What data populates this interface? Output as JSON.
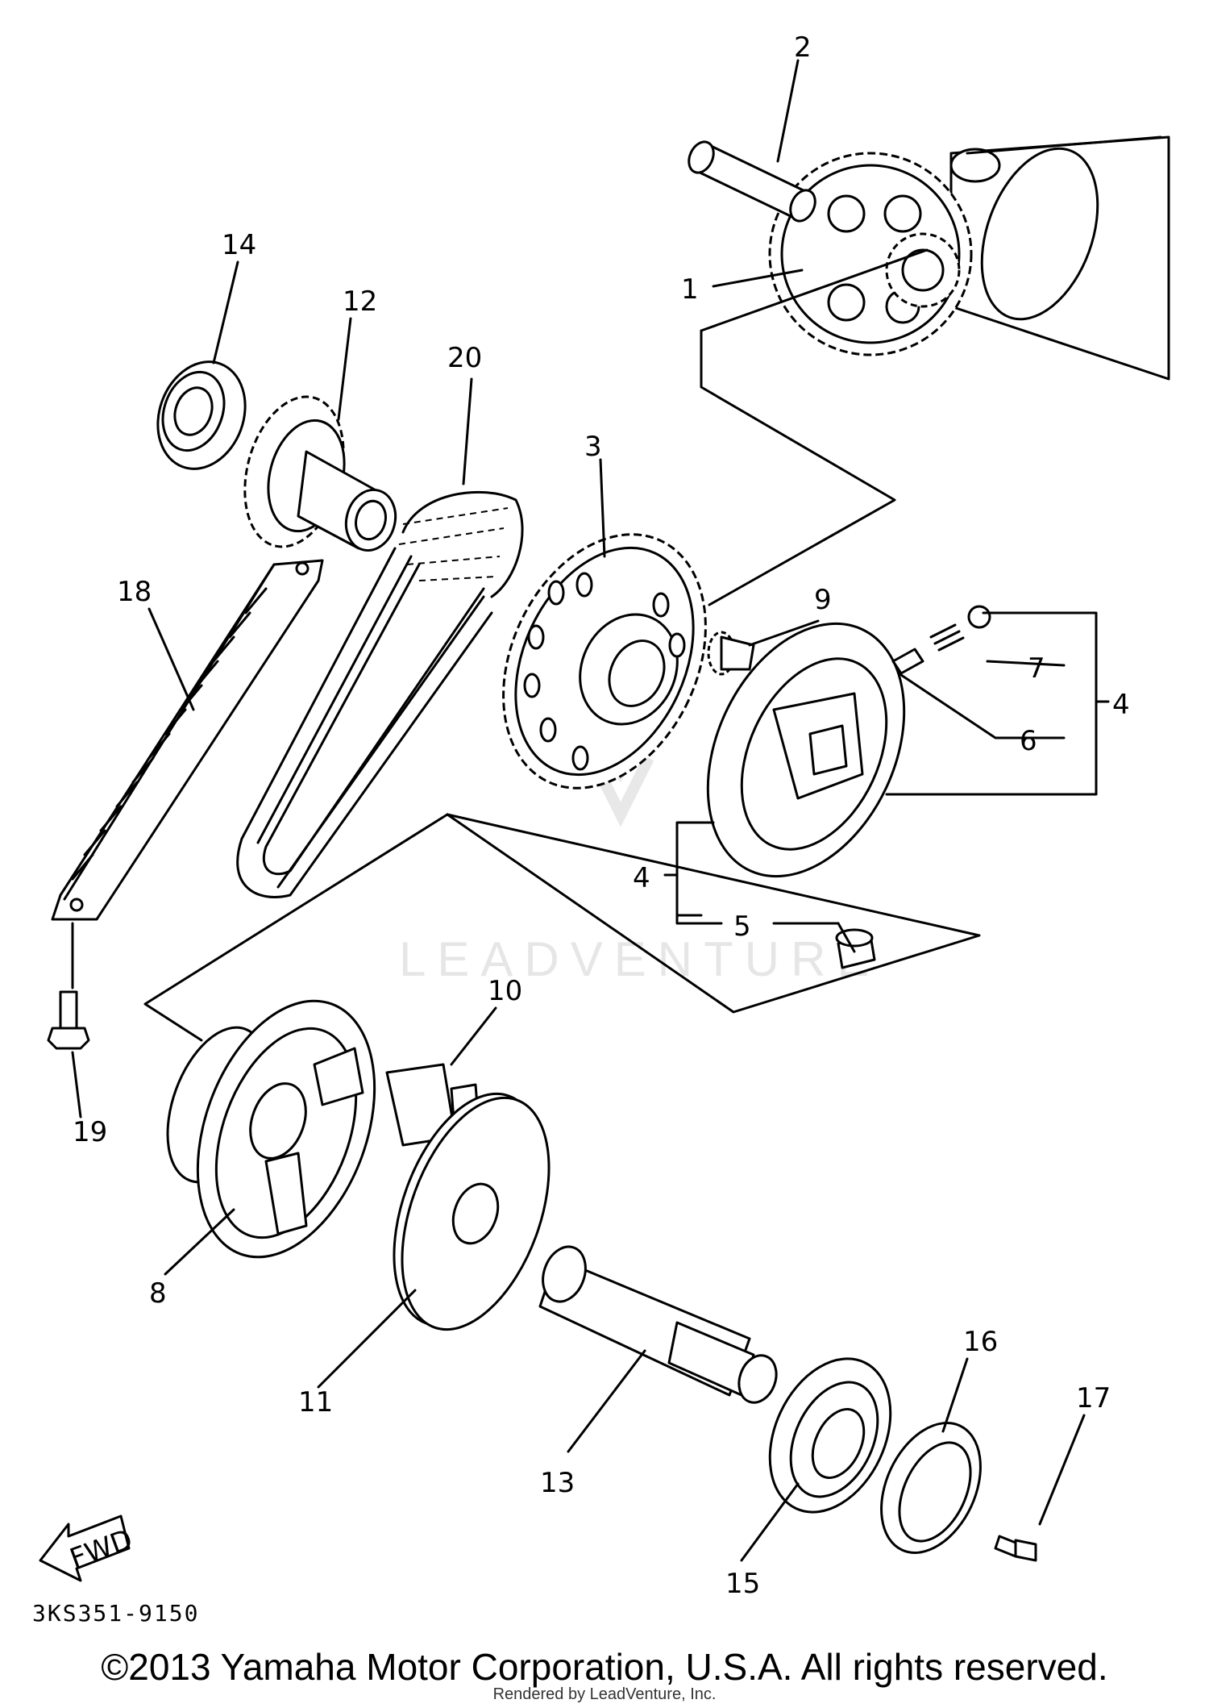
{
  "callouts": [
    "1",
    "2",
    "3",
    "4",
    "4",
    "5",
    "6",
    "7",
    "8",
    "9",
    "10",
    "11",
    "12",
    "13",
    "14",
    "15",
    "16",
    "17",
    "18",
    "19",
    "20"
  ],
  "arrow_label": "FWD",
  "diagram_code": "3KS351-9150",
  "watermark": "LEADVENTURE",
  "copyright": "©2013 Yamaha Motor Corporation, U.S.A. All rights reserved.",
  "rendered_by": "Rendered by LeadVenture, Inc."
}
